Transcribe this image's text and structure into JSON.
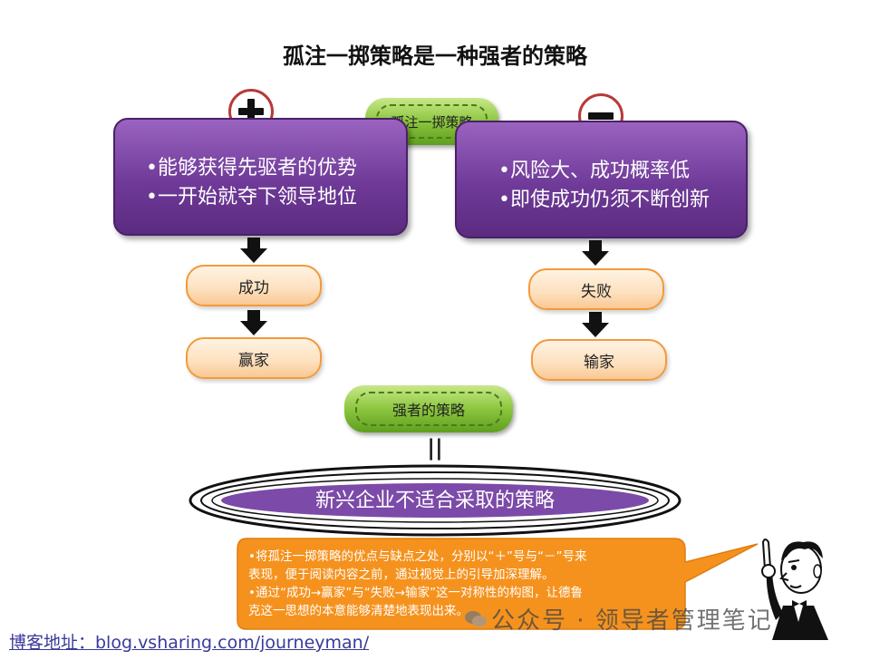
{
  "title": "孤注一掷策略是一种强者的策略",
  "center_label": "孤注一掷策略",
  "plus_sign": "+",
  "minus_sign": "−",
  "left_box": {
    "lines": [
      "•能够获得先驱者的优势",
      "•一开始就夺下领导地位"
    ]
  },
  "right_box": {
    "lines": [
      "•风险大、成功概率低",
      "•即使成功仍须不断创新"
    ]
  },
  "left_chain": [
    "成功",
    "赢家"
  ],
  "right_chain": [
    "失败",
    "输家"
  ],
  "strong_label": "强者的策略",
  "equals_sign": "||",
  "conclusion": "新兴企业不适合采取的策略",
  "callout": {
    "lines": [
      "•将孤注一掷策略的优点与缺点之处，分别以“＋”号与“－”号来",
      "表现，便于阅读内容之前，通过视觉上的引导加深理解。",
      "•通过“成功→赢家”与“失败→输家”这一对称性的构图，让德鲁",
      "克这一思想的本意能够清楚地表现出来。"
    ]
  },
  "footer": {
    "blog_link": "博客地址：blog.vsharing.com/journeyman/",
    "watermark": "公众号 · 领导者管理笔记"
  },
  "colors": {
    "purple": "#6f3a98",
    "green": "#8cc63f",
    "orange_border": "#f39a3a",
    "callout": "#f5921e",
    "sign_ring": "#b83a3a"
  }
}
